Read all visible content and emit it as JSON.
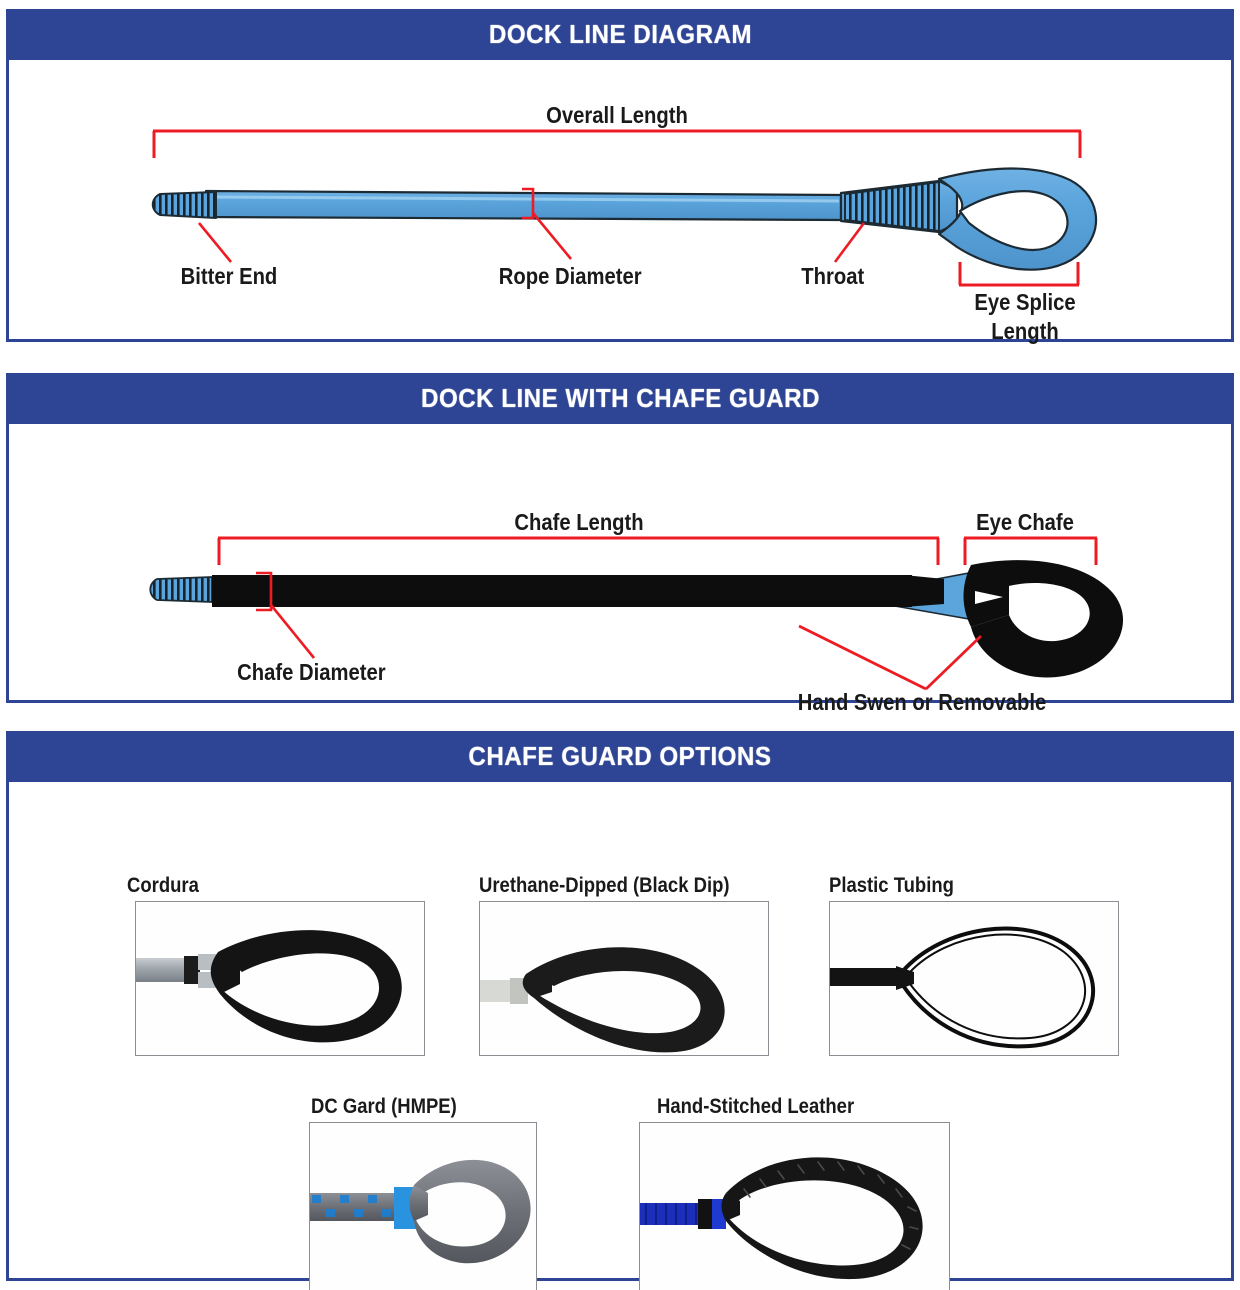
{
  "colors": {
    "header_blue": "#2e4494",
    "rope_blue": "#5ba4dc",
    "rope_outline": "#1c2a33",
    "marker_red": "#ed1c24",
    "chafe_black": "#0d0d0d",
    "label_black": "#1a1a1a",
    "photo_border": "#8c8c93"
  },
  "panels": [
    {
      "id": "dock-line-diagram",
      "title": "DOCK LINE DIAGRAM",
      "labels": [
        {
          "key": "overall_length",
          "text": "Overall Length"
        },
        {
          "key": "bitter_end",
          "text": "Bitter End"
        },
        {
          "key": "rope_diameter",
          "text": "Rope Diameter"
        },
        {
          "key": "throat",
          "text": "Throat"
        },
        {
          "key": "eye_splice_line1",
          "text": "Eye Splice"
        },
        {
          "key": "eye_splice_line2",
          "text": "Length"
        }
      ]
    },
    {
      "id": "dock-line-with-chafe-guard",
      "title": "DOCK LINE WITH CHAFE GUARD",
      "labels": [
        {
          "key": "chafe_length",
          "text": "Chafe Length"
        },
        {
          "key": "eye_chafe",
          "text": "Eye Chafe"
        },
        {
          "key": "chafe_diameter",
          "text": "Chafe Diameter"
        },
        {
          "key": "hand_swen",
          "text": "Hand Swen or Removable"
        }
      ]
    },
    {
      "id": "chafe-guard-options",
      "title": "CHAFE GUARD OPTIONS",
      "options_row1": [
        {
          "key": "cordura",
          "label": "Cordura"
        },
        {
          "key": "urethane",
          "label": "Urethane-Dipped (Black Dip)"
        },
        {
          "key": "plastic",
          "label": "Plastic Tubing"
        }
      ],
      "options_row2": [
        {
          "key": "dcgard",
          "label": "DC Gard (HMPE)"
        },
        {
          "key": "leather",
          "label": "Hand-Stitched Leather"
        }
      ]
    }
  ],
  "p1": {
    "title": "DOCK LINE DIAGRAM",
    "overall_length": "Overall Length",
    "bitter_end": "Bitter End",
    "rope_diameter": "Rope Diameter",
    "throat": "Throat",
    "eye_splice_1": "Eye Splice",
    "eye_splice_2": "Length"
  },
  "p2": {
    "title": "DOCK LINE WITH CHAFE GUARD",
    "chafe_length": "Chafe Length",
    "eye_chafe": "Eye Chafe",
    "chafe_diameter": "Chafe Diameter",
    "hand_swen": "Hand Swen or Removable"
  },
  "p3": {
    "title": "CHAFE GUARD OPTIONS",
    "cordura": "Cordura",
    "urethane": "Urethane-Dipped (Black Dip)",
    "plastic": "Plastic Tubing",
    "dcgard": "DC Gard (HMPE)",
    "leather": "Hand-Stitched Leather"
  }
}
